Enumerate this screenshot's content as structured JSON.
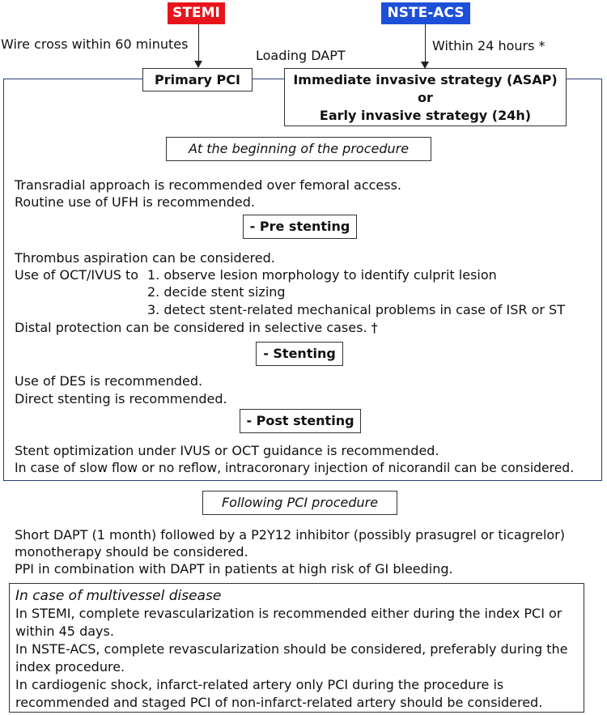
{
  "top": {
    "stemi_label": "STEMI",
    "nste_label": "NSTE-ACS",
    "stemi_note": "Wire cross within 60 minutes",
    "nste_note": "Within 24 hours *",
    "dapt_note": "Loading DAPT",
    "primary_pci": "Primary PCI",
    "invasive_line1": "Immediate invasive strategy (ASAP)",
    "invasive_line2": "or",
    "invasive_line3": "Early invasive strategy (24h)",
    "colors": {
      "stemi": "#e8141c",
      "nste": "#1d4fd8",
      "frame": "#2b3c7a"
    }
  },
  "procedure": {
    "title": "At the beginning of the procedure",
    "lines": [
      "Transradial approach is recommended over femoral access.",
      "Routine use of UFH is recommended."
    ],
    "pre_stenting": {
      "title": "- Pre stenting",
      "line1": "Thrombus aspiration can be considered.",
      "line2_prefix": "Use of OCT/IVUS to",
      "oct_items": [
        "1. observe lesion morphology to identify culprit lesion",
        "2. decide stent sizing",
        "3. detect stent-related mechanical problems in case of ISR or ST"
      ],
      "line_last": "Distal protection can be considered in selective cases. †"
    },
    "stenting": {
      "title": "- Stenting",
      "lines": [
        "Use of DES is recommended.",
        "Direct stenting is recommended."
      ]
    },
    "post_stenting": {
      "title": "- Post stenting",
      "lines": [
        "Stent optimization under IVUS or OCT guidance is recommended.",
        "In case of slow flow or no reflow, intracoronary injection of nicorandil can be considered."
      ]
    }
  },
  "following": {
    "title": "Following PCI procedure",
    "lines": [
      "Short DAPT (1 month) followed by a P2Y12 inhibitor (possibly prasugrel or ticagrelor)",
      "monotherapy should be considered.",
      "PPI in combination with DAPT in patients at high risk of GI bleeding."
    ]
  },
  "multivessel": {
    "title": "In case of multivessel disease",
    "lines": [
      "In STEMI, complete revascularization is recommended either during the index PCI or",
      "within 45 days.",
      "In NSTE-ACS, complete revascularization should be considered, preferably during the",
      "index procedure.",
      "In cardiogenic shock, infarct-related artery only PCI during the procedure is",
      "recommended and staged PCI of non-infarct-related artery should be considered."
    ]
  }
}
